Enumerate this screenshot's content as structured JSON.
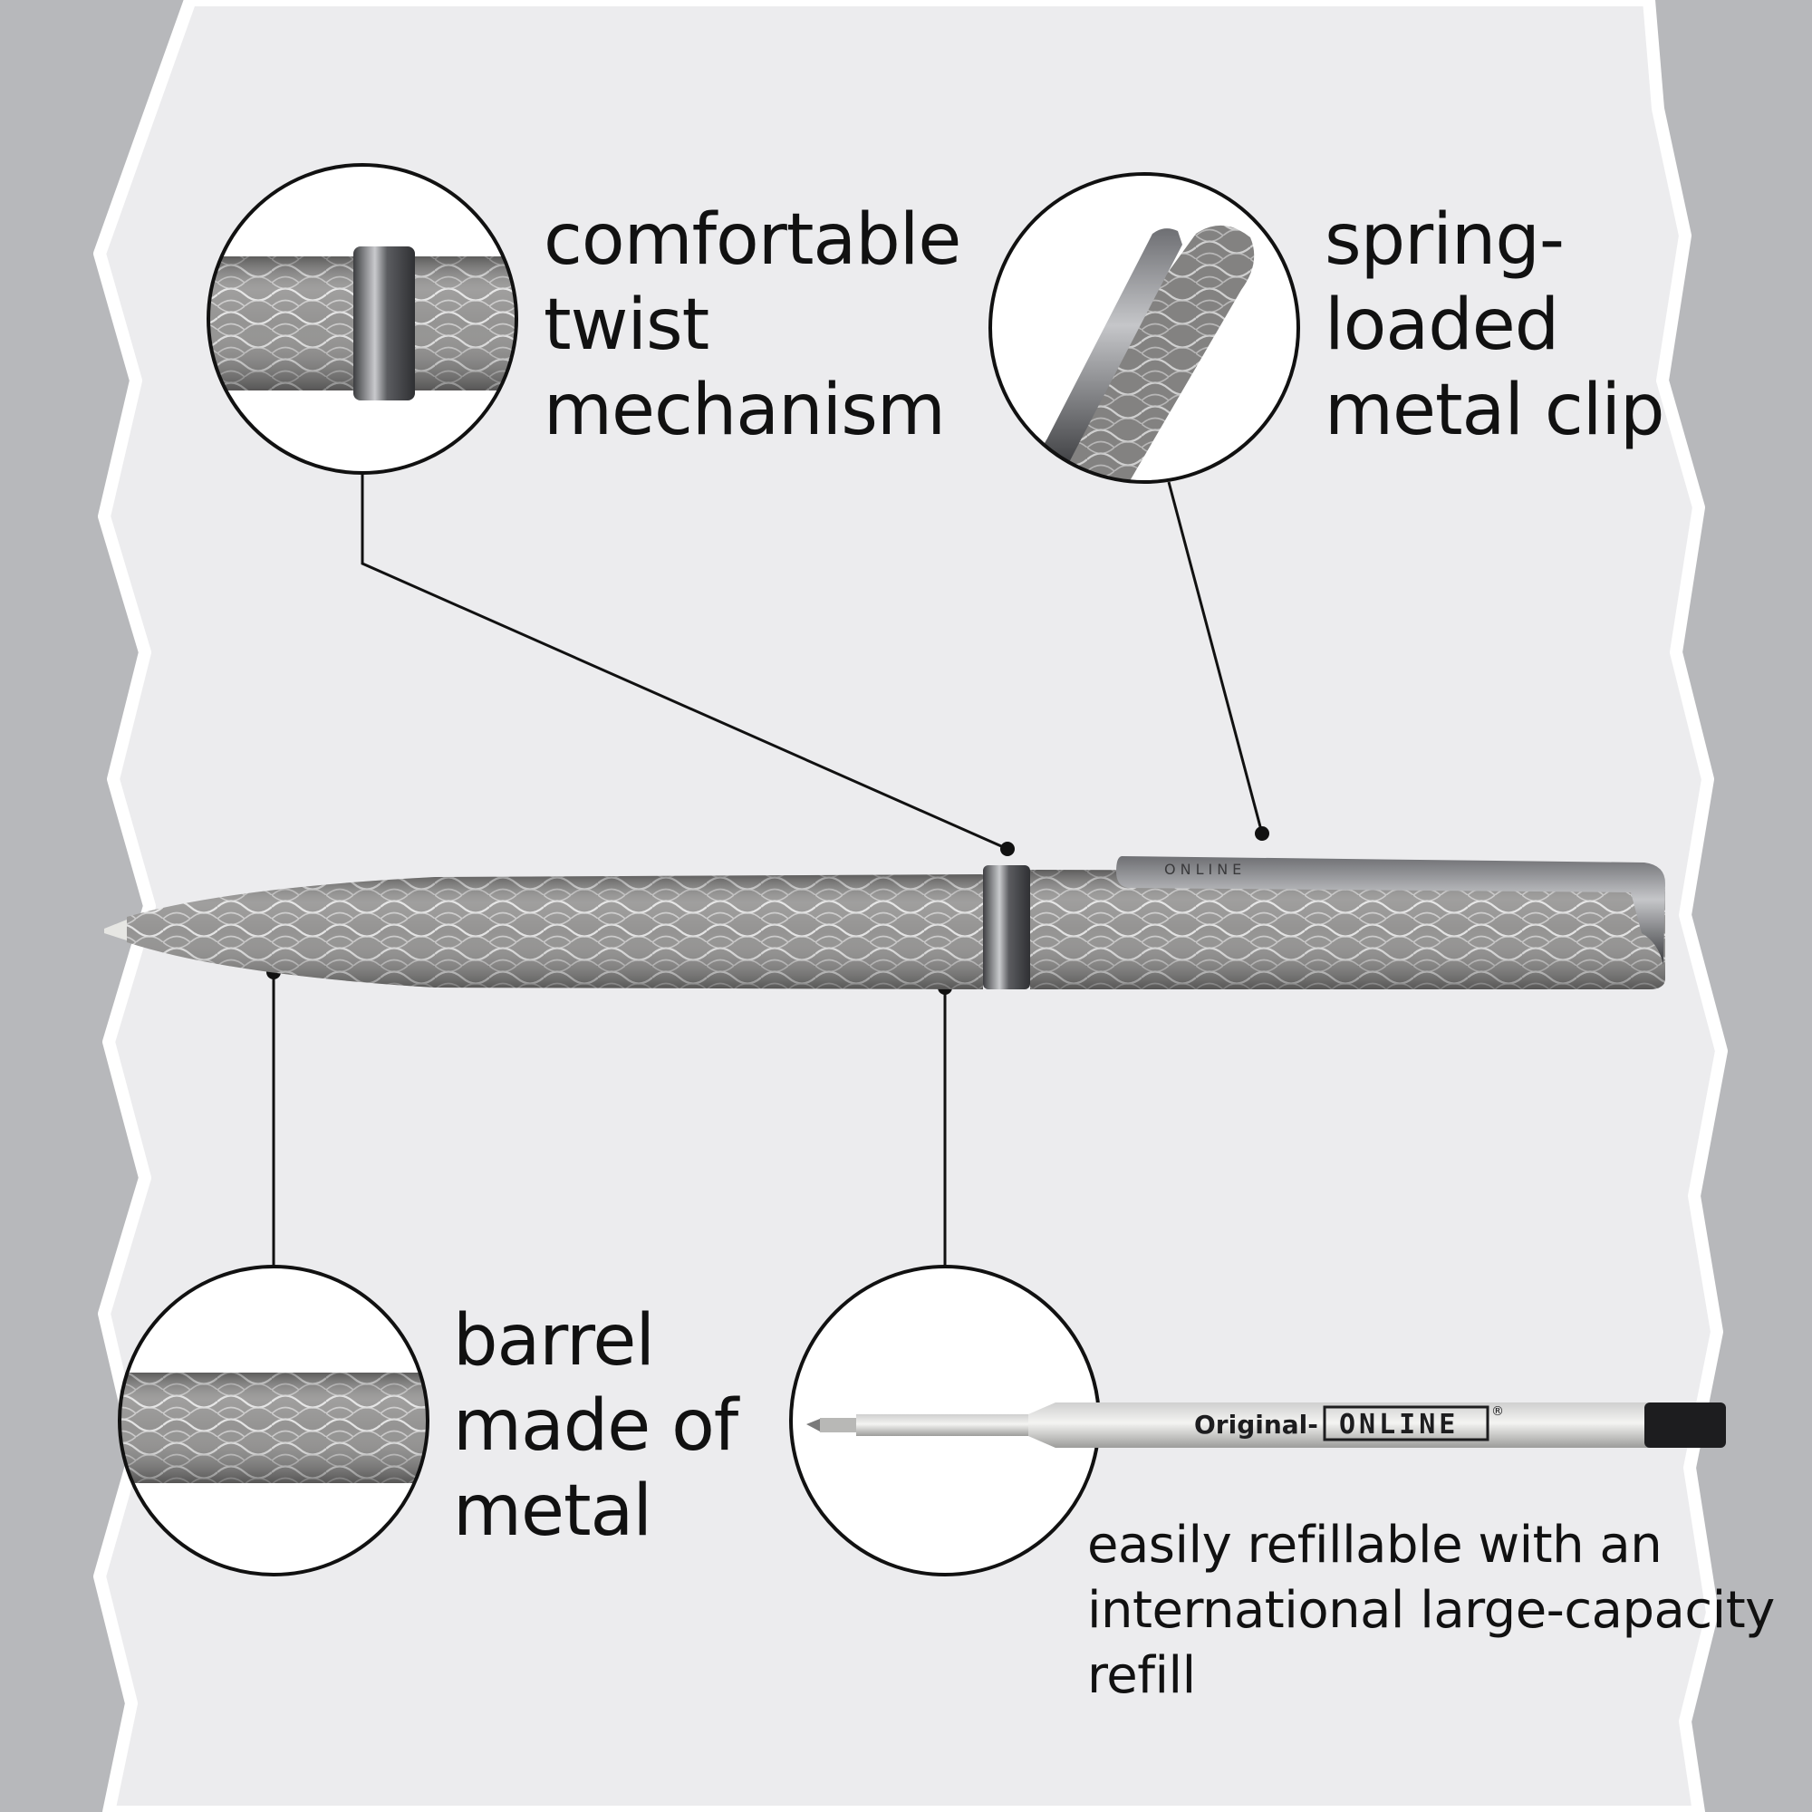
{
  "labels": {
    "twist": "comfortable\ntwist\nmechanism",
    "clip": "spring-\nloaded\nmetal clip",
    "barrel": "barrel\nmade of\nmetal",
    "refill": "easily refillable with an\ninternational large-capacity\nrefill"
  },
  "brand": {
    "clip_engraving": "ONLINE",
    "refill_prefix": "Original-",
    "refill_logo": "ONLINE",
    "refill_registered": "®"
  },
  "colors": {
    "background": "#b7b8bb",
    "paper": "#ececee",
    "metal": "#8d8c8b",
    "metal_dark": "#5f5e5e",
    "chrome": "#4a4b4e",
    "line": "#111111"
  },
  "icons": [
    "pen-illustration",
    "twist-detail-icon",
    "clip-detail-icon",
    "barrel-detail-icon",
    "refill-detail-icon"
  ]
}
